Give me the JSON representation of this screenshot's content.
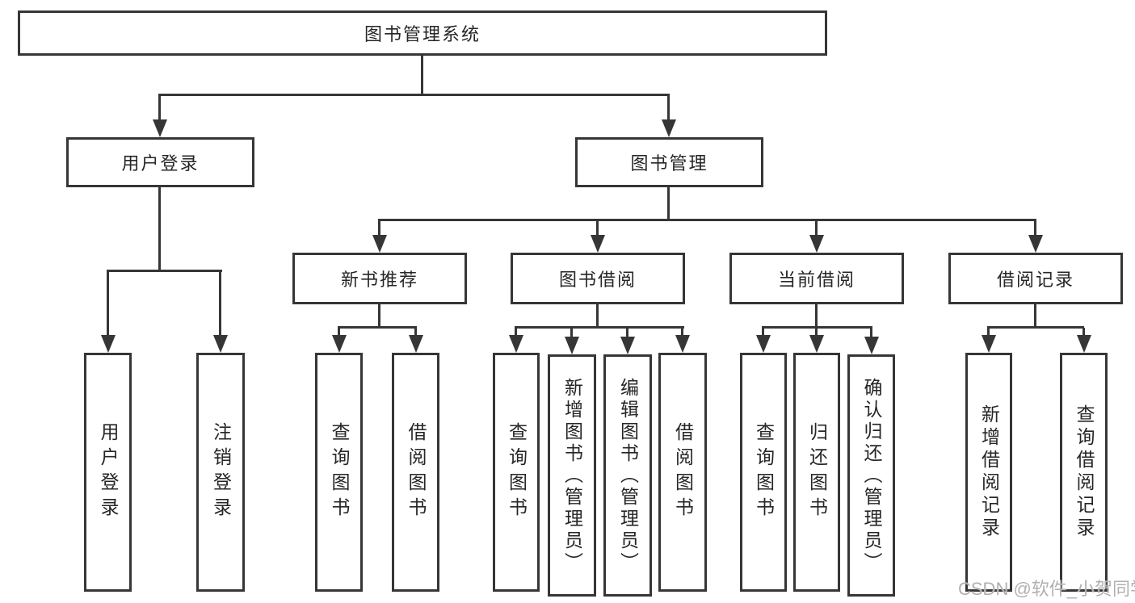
{
  "diagram_title": "图书管理系统",
  "nodes": {
    "root": "图书管理系统",
    "user_login": "用户登录",
    "book_mgmt": "图书管理",
    "new_book_rec": "新书推荐",
    "book_borrow": "图书借阅",
    "current_borrow": "当前借阅",
    "borrow_records": "借阅记录",
    "leaf_user_login": "用户登录",
    "leaf_logout": "注销登录",
    "leaf_rec_query": "查询图书",
    "leaf_rec_borrow": "借阅图书",
    "leaf_bb_query": "查询图书",
    "leaf_bb_add": "新增图书（管理员）",
    "leaf_bb_edit": "编辑图书（管理员）",
    "leaf_bb_borrow": "借阅图书",
    "leaf_cb_query": "查询图书",
    "leaf_cb_return": "归还图书",
    "leaf_cb_confirm": "确认归还（管理员）",
    "leaf_br_add": "新增借阅记录",
    "leaf_br_query": "查询借阅记录"
  },
  "hierarchy": {
    "图书管理系统": {
      "用户登录": [
        "用户登录",
        "注销登录"
      ],
      "图书管理": {
        "新书推荐": [
          "查询图书",
          "借阅图书"
        ],
        "图书借阅": [
          "查询图书",
          "新增图书（管理员）",
          "编辑图书（管理员）",
          "借阅图书"
        ],
        "当前借阅": [
          "查询图书",
          "归还图书",
          "确认归还（管理员）"
        ],
        "借阅记录": [
          "新增借阅记录",
          "查询借阅记录"
        ]
      }
    }
  },
  "watermark": "CSDN @软件_小贺同学",
  "colors": {
    "line": "#363636",
    "text": "#262626",
    "watermark": "#b0b0b0",
    "background": "#ffffff"
  }
}
